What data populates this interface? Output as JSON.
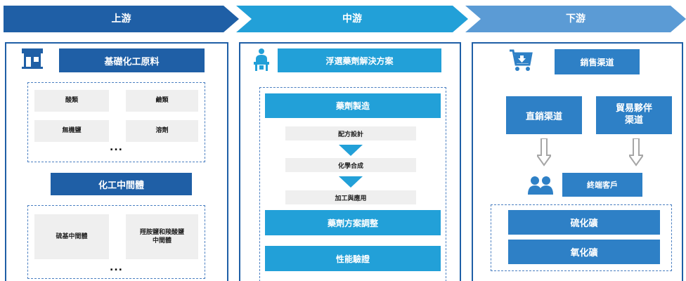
{
  "stages": {
    "upstream": "上游",
    "midstream": "中游",
    "downstream": "下游"
  },
  "upstream": {
    "title": "基礎化工原料",
    "raw_materials": [
      "酸類",
      "鹼類",
      "無機鹽",
      "溶劑"
    ],
    "more": "...",
    "intermediate_title": "化工中間體",
    "intermediates": [
      "硫基中間體",
      "羥胺鹽和羧酸鹽\n中間體"
    ],
    "more2": "..."
  },
  "midstream": {
    "title": "浮選藥劑解決方案",
    "manufacturing": "藥劑製造",
    "steps": [
      "配方設計",
      "化學合成",
      "加工與應用"
    ],
    "adjustment": "藥劑方案調整",
    "verification": "性能驗證"
  },
  "downstream": {
    "title": "銷售渠道",
    "direct": "直銷渠道",
    "trade": "貿易夥伴\n渠道",
    "customers": "終端客戶",
    "ores": [
      "硫化礦",
      "氧化礦"
    ]
  },
  "colors": {
    "dark_blue": "#1f5fa6",
    "mid_blue": "#22a0d8",
    "light_blue": "#2e80c6",
    "chevron_light": "#5b9bd5",
    "arrow_gray": "#a6a6a6"
  }
}
